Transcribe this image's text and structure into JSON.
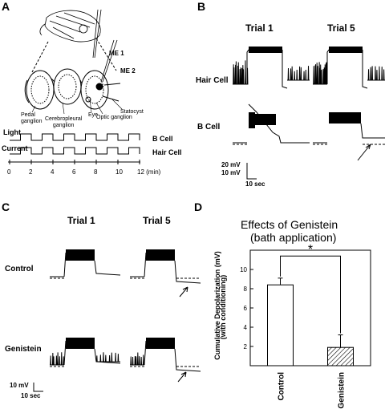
{
  "panels": {
    "a": {
      "label": "A"
    },
    "b": {
      "label": "B"
    },
    "c": {
      "label": "C"
    },
    "d": {
      "label": "D"
    }
  },
  "diagram": {
    "me1": "ME 1",
    "me2": "ME 2",
    "pedal": "Pedal\nganglion",
    "cerebro": "Cerebropleural\nganglion",
    "eye": "Eye",
    "optic": "Optic ganglion",
    "statocyst": "Statocyst"
  },
  "protocol": {
    "light": "Light",
    "current": "Current",
    "bcell": "B Cell",
    "haircell": "Hair Cell",
    "ticks": [
      "0",
      "2",
      "4",
      "6",
      "8",
      "10",
      "12 (min)"
    ]
  },
  "panel_b": {
    "trial1": "Trial 1",
    "trial5": "Trial 5",
    "hair_cell": "Hair Cell",
    "b_cell": "B Cell",
    "scale_mv1": "20 mV",
    "scale_mv2": "10 mV",
    "scale_sec": "10 sec"
  },
  "panel_c": {
    "trial1": "Trial 1",
    "trial5": "Trial 5",
    "control": "Control",
    "genistein": "Genistein",
    "scale_mv": "10 mV",
    "scale_sec": "10 sec"
  },
  "chart_data": {
    "type": "bar",
    "title": "Effects of Genistein",
    "subtitle": "(bath application)",
    "ylabel": "Cumulative Depolarization (mV)",
    "ylabel2": "(with conditioning)",
    "categories": [
      "Control",
      "Genistein"
    ],
    "values": [
      8.4,
      1.9
    ],
    "errors": [
      0.7,
      1.3
    ],
    "ylim": [
      0,
      12
    ],
    "yticks": [
      "2",
      "4",
      "6",
      "8",
      "10"
    ],
    "significance": "*",
    "bar_styles": [
      "open",
      "hatched"
    ]
  }
}
